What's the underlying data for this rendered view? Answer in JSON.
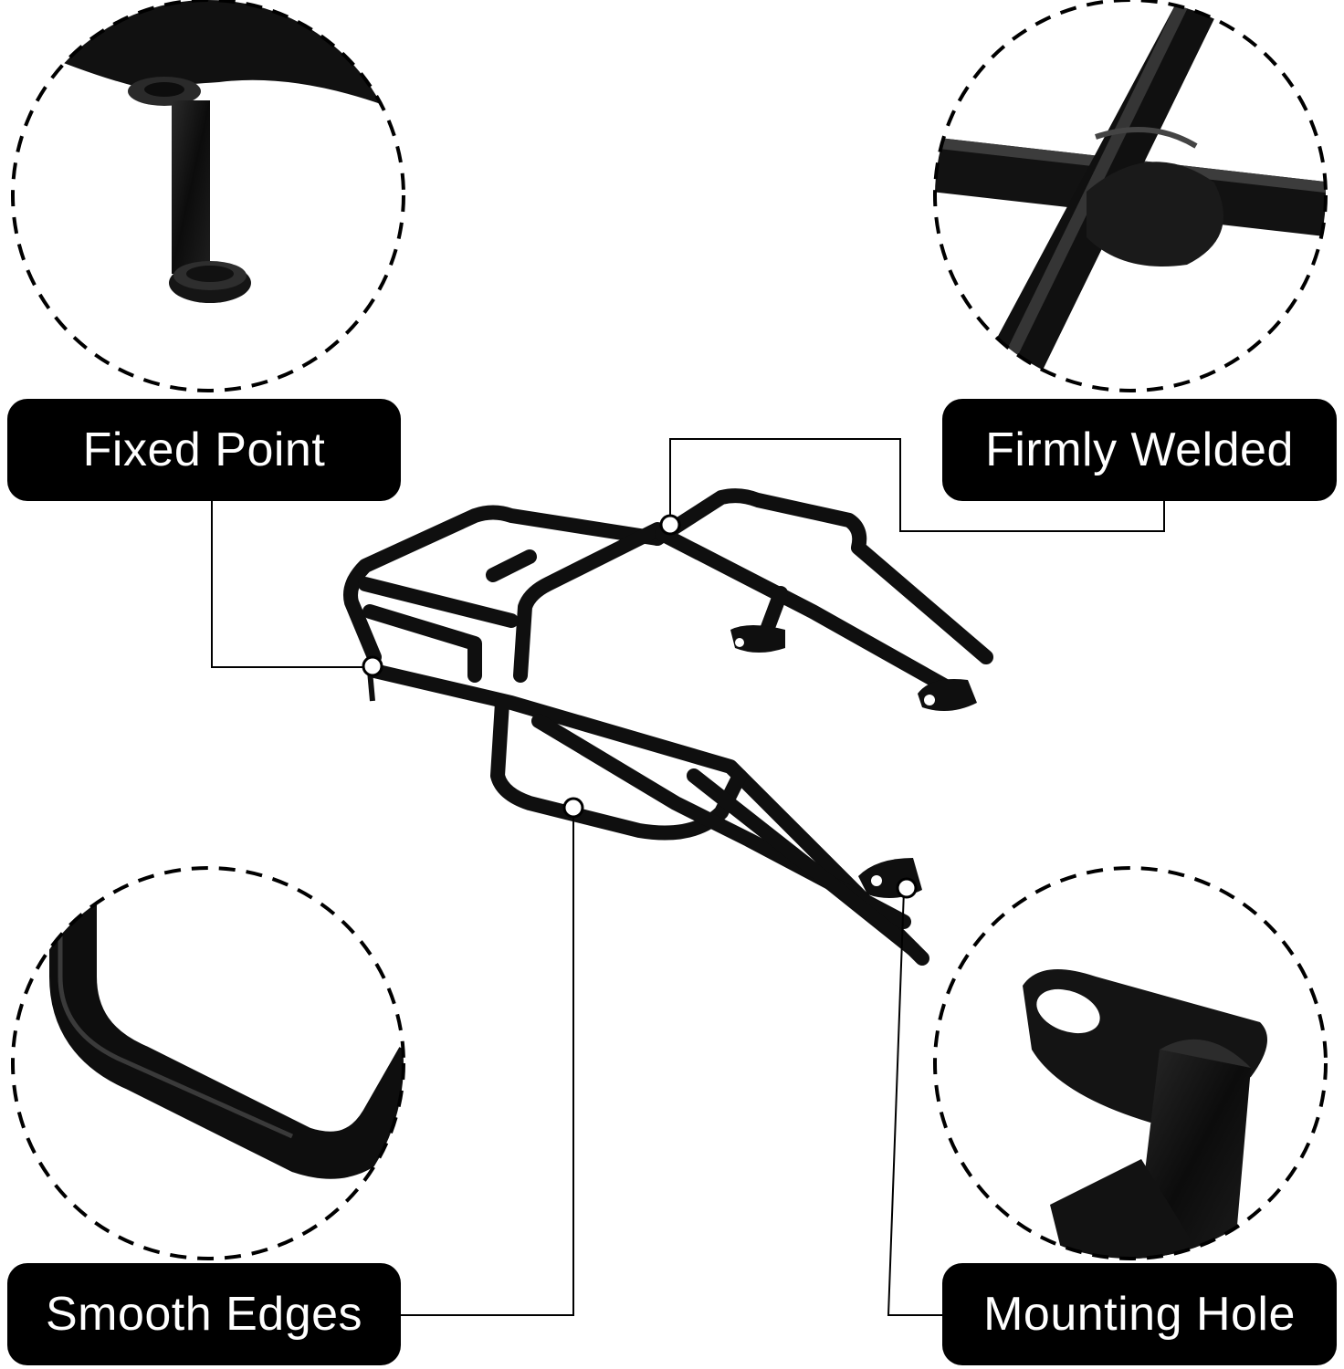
{
  "callouts": {
    "fixed_point": "Fixed Point",
    "firmly_welded": "Firmly Welded",
    "smooth_edges": "Smooth Edges",
    "mounting_hole": "Mounting Hole"
  },
  "colors": {
    "metal": "#111111",
    "highlight": "#3a3a3a",
    "label_bg": "#000000",
    "label_text": "#ffffff",
    "leader_line": "#000000"
  }
}
